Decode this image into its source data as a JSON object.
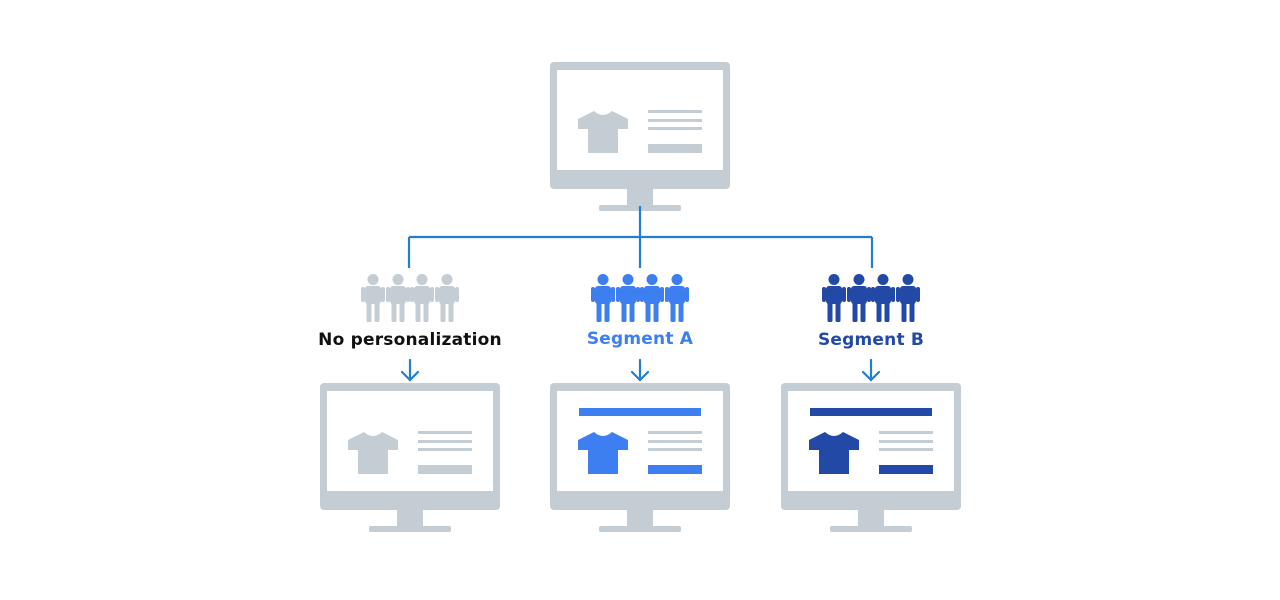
{
  "colors": {
    "grey": "#c3cdd3",
    "connector": "#1f7fd6",
    "segment_a": "#3d7ef0",
    "segment_b": "#2249a5",
    "label_default": "#111111",
    "screen": "#ffffff"
  },
  "icons": {
    "monitor": "monitor-icon",
    "tshirt": "tshirt-icon",
    "person": "person-icon",
    "arrow": "arrow-down-icon"
  },
  "source": {
    "name": "source-page"
  },
  "branches": [
    {
      "id": "no-personalization",
      "label": "No personalization",
      "color": "#111111",
      "people_color": "#c3cdd3",
      "accent": "#c3cdd3",
      "has_banner": false
    },
    {
      "id": "segment-a",
      "label": "Segment A",
      "color": "#3d7ef0",
      "people_color": "#3d7ef0",
      "accent": "#3d7ef0",
      "has_banner": true
    },
    {
      "id": "segment-b",
      "label": "Segment B",
      "color": "#2249a5",
      "people_color": "#2249a5",
      "accent": "#2249a5",
      "has_banner": true
    }
  ]
}
